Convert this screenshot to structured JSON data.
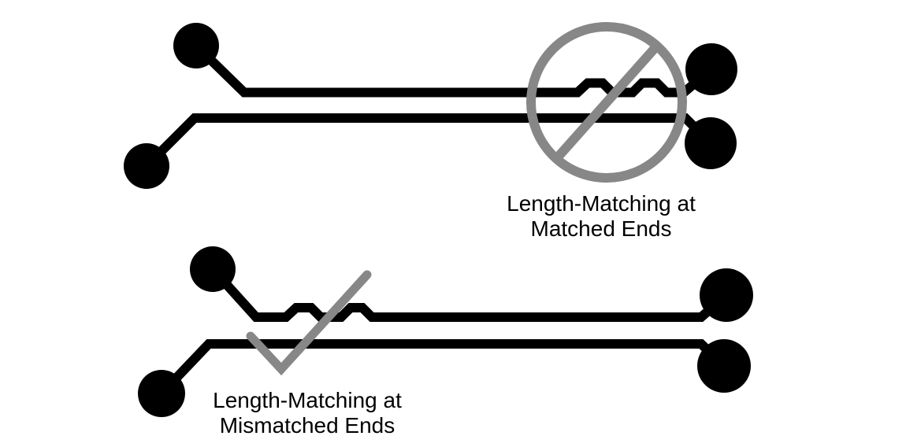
{
  "figure": {
    "background_color": "#ffffff",
    "colors": {
      "trace_black": "#000000",
      "annotation_gray": "#878787"
    },
    "diagrams": [
      {
        "caption_line1": "Length-Matching at",
        "caption_line2": "Matched Ends",
        "annotation_icon": "prohibition-icon"
      },
      {
        "caption_line1": "Length-Matching at",
        "caption_line2": "Mismatched Ends",
        "annotation_icon": "checkmark-icon"
      }
    ]
  }
}
